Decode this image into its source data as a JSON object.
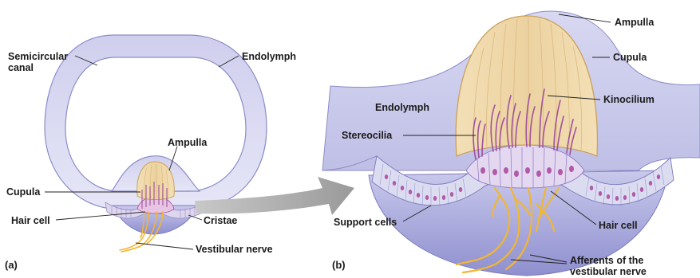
{
  "panel_a": {
    "tag": "(a)",
    "labels": {
      "semicircular_canal": [
        "Semicircular",
        "canal"
      ],
      "endolymph": "Endolymph",
      "ampulla": "Ampulla",
      "cupula": "Cupula",
      "hair_cell": "Hair cell",
      "cristae": "Cristae",
      "vestibular_nerve": "Vestibular nerve"
    }
  },
  "panel_b": {
    "tag": "(b)",
    "labels": {
      "ampulla": "Ampulla",
      "cupula": "Cupula",
      "endolymph": "Endolymph",
      "kinocilium": "Kinocilium",
      "stereocilia": "Stereocilia",
      "support_cells": "Support cells",
      "hair_cell": "Hair cell",
      "afferents": [
        "Afferents of the",
        "vestibular nerve"
      ]
    }
  },
  "colors": {
    "canal_fill": "#dcdcf2",
    "canal_dark": "#8c8cc8",
    "cupula_fill": "#eed6a8",
    "cupula_stroke": "#c9a25a",
    "hair_purple": "#a0529a",
    "nerve": "#f2b630",
    "arrow": "#a9a9a9"
  }
}
